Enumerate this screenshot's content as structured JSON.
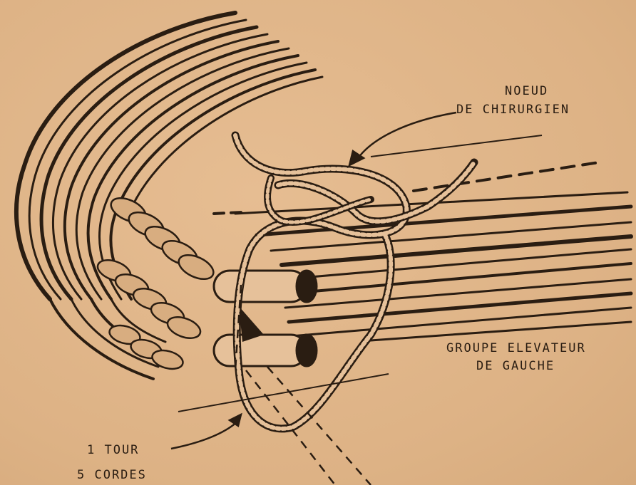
{
  "labels": {
    "knot": [
      "NOEUD",
      "DE CHIRURGIEN"
    ],
    "riser": [
      "GROUPE ELEVATEUR",
      "DE GAUCHE"
    ],
    "turn": [
      "1 TOUR",
      "5 CORDES"
    ]
  },
  "colors": {
    "ink": "#2a1d12",
    "paper": "#e2b88c",
    "rope": "#d8ad80"
  }
}
